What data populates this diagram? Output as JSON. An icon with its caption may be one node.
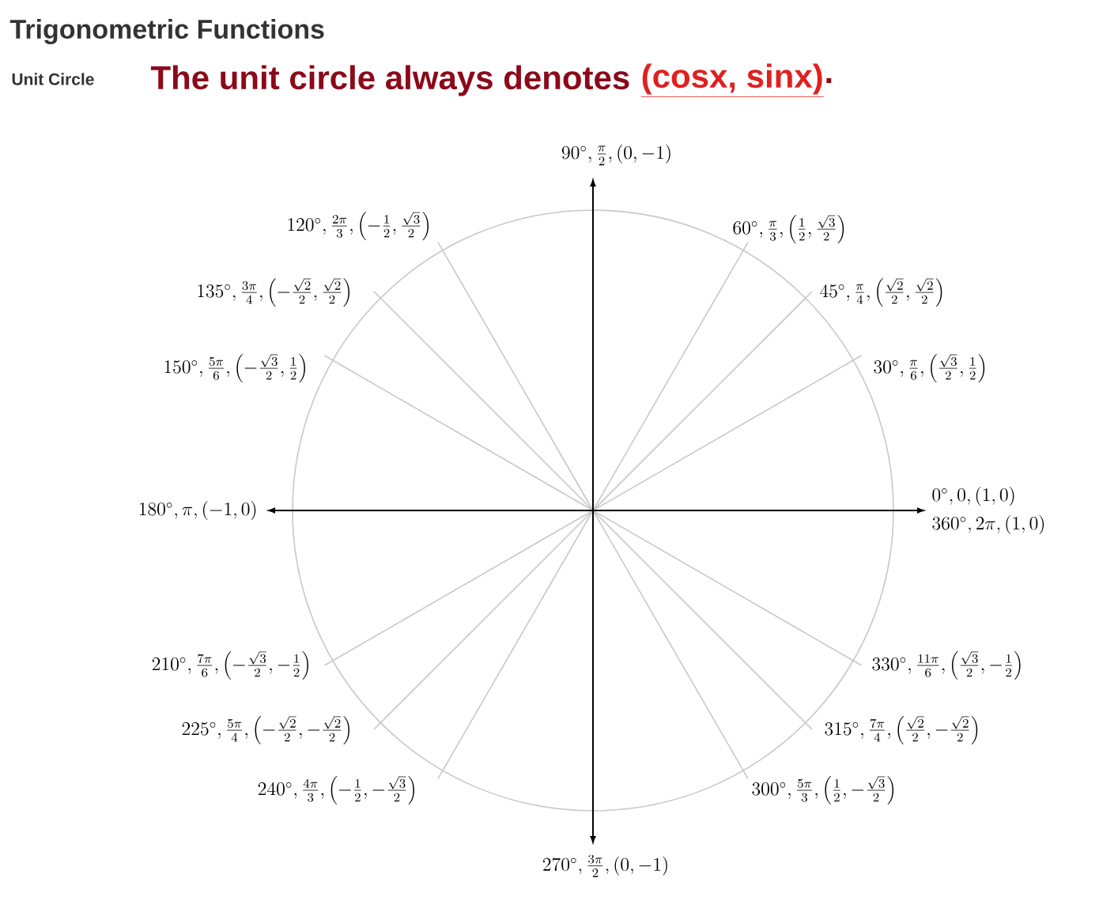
{
  "diagram": {
    "title": "Trigonometric Functions",
    "labels": [
      "Unit Circle",
      "The unit circle always denotes",
      "(cosx, sinx)",
      ".",
      "90^\\circ, \\frac{\\pi}{2}, (0, -1)",
      "120^\\circ, \\frac{2\\pi}{3}, \\left(-\\frac{1}{2}, \\frac{\\sqrt{3}}{2}\\right)",
      "60^\\circ, \\frac{\\pi}{3}, \\left(\\frac{1}{2}, \\frac{\\sqrt{3}}{2}\\right)",
      "135^\\circ, \\frac{3\\pi}{4}, \\left(-\\frac{\\sqrt{2}}{2}, \\frac{\\sqrt{2}}{2}\\right)",
      "45^\\circ, \\frac{\\pi}{4}, \\left(\\frac{\\sqrt{2}}{2}, \\frac{\\sqrt{2}}{2}\\right)",
      "150^\\circ, \\frac{5\\pi}{6}, \\left(-\\frac{\\sqrt{3}}{2}, \\frac{1}{2}\\right)",
      "30^\\circ, \\frac{\\pi}{6}, \\left(\\frac{\\sqrt{3}}{2}, \\frac{1}{2}\\right)",
      "0^\\circ, 0, (1, 0)",
      "180^\\circ, \\pi, (-1, 0)",
      "360^\\circ, 2\\pi, (1, 0)",
      "210^\\circ, \\frac{7\\pi}{6}, \\left(-\\frac{\\sqrt{3}}{2}, -\\frac{1}{2}\\right)",
      "330^\\circ, \\frac{11\\pi}{6}, \\left(\\frac{\\sqrt{3}}{2}, -\\frac{1}{2}\\right)",
      "225^\\circ, \\frac{5\\pi}{4}, \\left(-\\frac{\\sqrt{2}}{2}, -\\frac{\\sqrt{2}}{2}\\right)",
      "315^\\circ, \\frac{7\\pi}{4}, \\left(\\frac{\\sqrt{2}}{2}, -\\frac{\\sqrt{2}}{2}\\right)",
      "240^\\circ, \\frac{4\\pi}{3}, \\left(-\\frac{1}{2}, -\\frac{\\sqrt{3}}{2}\\right)",
      "300^\\circ, \\frac{5\\pi}{3}, \\left(\\frac{1}{2}, -\\frac{\\sqrt{3}}{2}\\right)",
      "270^\\circ, \\frac{3\\pi}{2}, (0, -1)"
    ]
  }
}
